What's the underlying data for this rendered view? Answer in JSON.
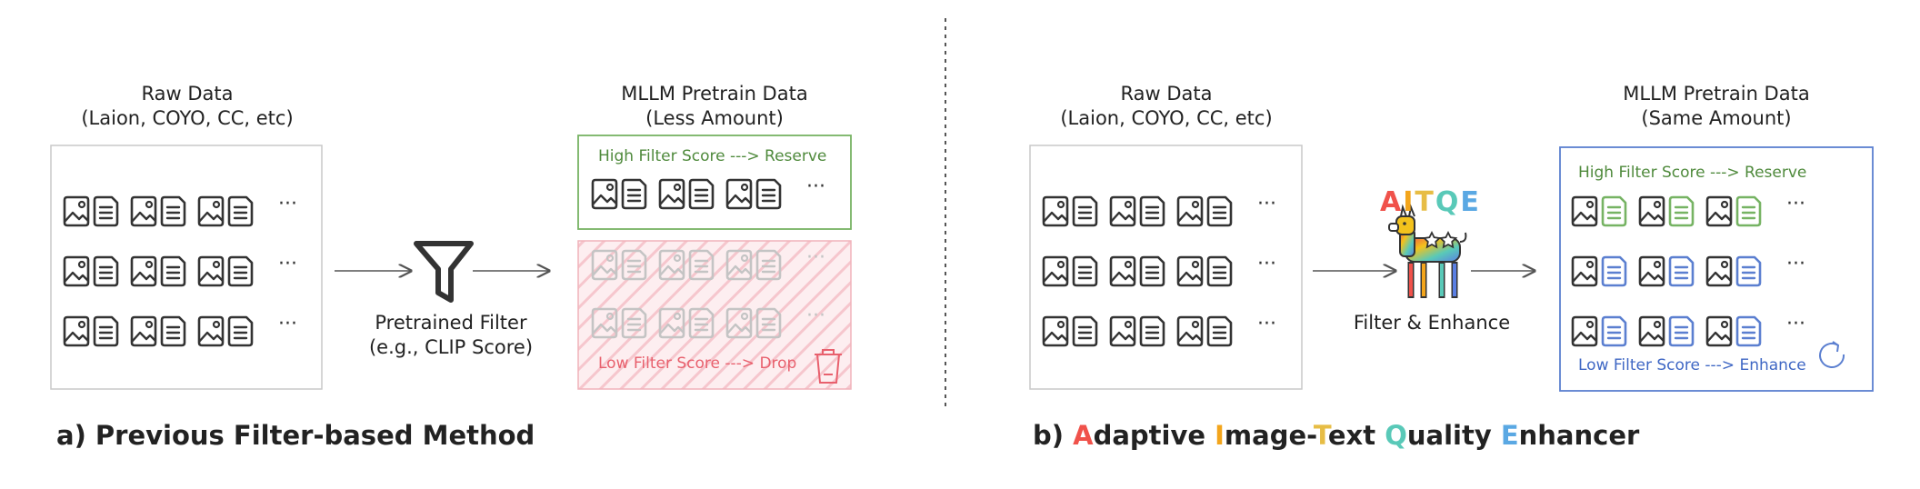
{
  "left": {
    "raw_title": "Raw Data",
    "raw_subtitle": "(Laion, COYO, CC, etc)",
    "out_title": "MLLM Pretrain Data",
    "out_subtitle": "(Less Amount)",
    "filter_label_1": "Pretrained Filter",
    "filter_label_2": "(e.g., CLIP Score)",
    "high_note": "High Filter Score ---> Reserve",
    "low_note": "Low Filter Score ---> Drop",
    "ellipsis": "···",
    "caption": "a) Previous Filter-based Method"
  },
  "right": {
    "raw_title": "Raw Data",
    "raw_subtitle": "(Laion, COYO, CC, etc)",
    "out_title": "MLLM Pretrain Data",
    "out_subtitle": "(Same Amount)",
    "logo_text": "AITQE",
    "enhancer_label": "Filter & Enhance",
    "high_note": "High Filter Score ---> Reserve",
    "low_note": "Low Filter Score ---> Enhance",
    "ellipsis": "···",
    "caption_prefix": "b) ",
    "caption_parts": [
      "A",
      "daptive ",
      "I",
      "mage-",
      "T",
      "ext ",
      "Q",
      "uality ",
      "E",
      "nhancer"
    ]
  },
  "colors": {
    "green": "#76b363",
    "blue": "#5b7fd0",
    "red": "#e8606d",
    "gray_icon": "#333333",
    "faded_icon": "#c4c4c4",
    "box_border": "#c8c8c8"
  },
  "icons": {
    "image": "image-icon",
    "text": "document-icon",
    "funnel": "funnel-icon",
    "trash": "trash-icon",
    "refresh": "refresh-icon",
    "llama": "llama-icon"
  }
}
